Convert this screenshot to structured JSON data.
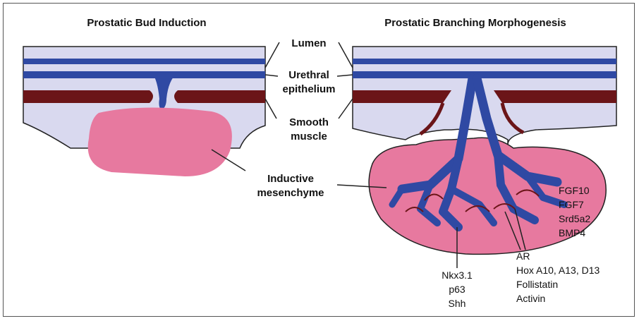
{
  "titles": {
    "left": "Prostatic Bud Induction",
    "right": "Prostatic Branching Morphogenesis"
  },
  "labels": {
    "lumen": "Lumen",
    "urethral_line1": "Urethral",
    "urethral_line2": "epithelium",
    "smooth_line1": "Smooth",
    "smooth_line2": "muscle",
    "inductive_line1": "Inductive",
    "inductive_line2": "mesenchyme"
  },
  "genes": {
    "mesenchyme": [
      "FGF10",
      "FGF7",
      "Srd5a2",
      "BMP4"
    ],
    "epithelium_tips": [
      "Nkx3.1",
      "p63",
      "Shh"
    ],
    "stroma": [
      "AR",
      "Hox A10, A13, D13",
      "Follistatin",
      "Activin"
    ]
  },
  "colors": {
    "lavender": "#d9d9ef",
    "epithelium_blue": "#2f49a3",
    "smooth_muscle": "#6b1518",
    "mesenchyme_pink": "#e7799f",
    "outline": "#222222"
  }
}
